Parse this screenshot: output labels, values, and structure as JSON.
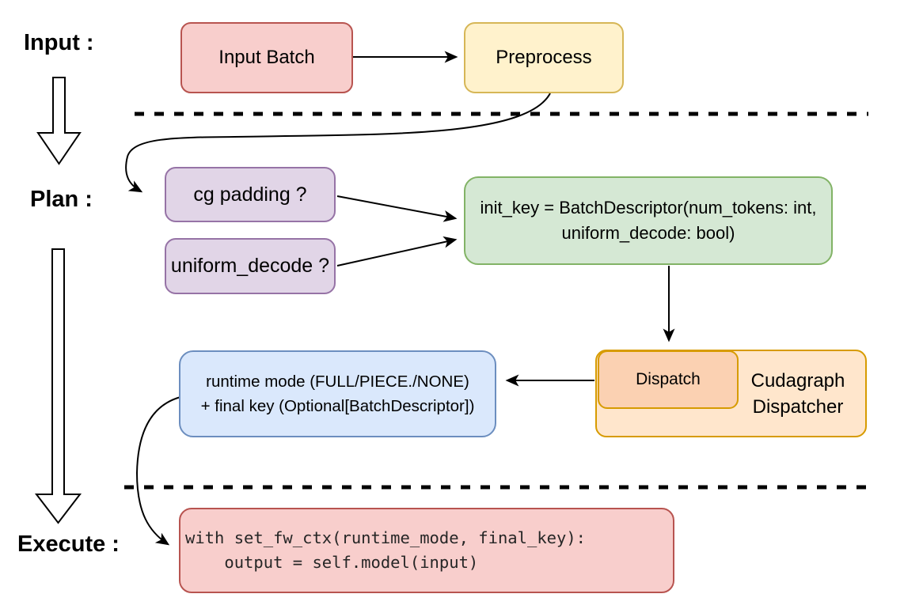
{
  "stages": {
    "input_label": "Input :",
    "plan_label": "Plan :",
    "execute_label": "Execute :"
  },
  "nodes": {
    "input_batch": {
      "label": "Input Batch",
      "fill": "#f8cecc",
      "border": "#b85450"
    },
    "preprocess": {
      "label": "Preprocess",
      "fill": "#fff2cc",
      "border": "#d6b656"
    },
    "cg_padding": {
      "label": "cg padding ?",
      "fill": "#e1d5e7",
      "border": "#9673a6"
    },
    "uniform_decode": {
      "label": "uniform_decode ?",
      "fill": "#e1d5e7",
      "border": "#9673a6"
    },
    "init_key": {
      "line1": "init_key = BatchDescriptor(num_tokens: int,",
      "line2": "uniform_decode: bool)",
      "fill": "#d5e8d4",
      "border": "#82b366"
    },
    "runtime_mode": {
      "line1": "runtime mode (FULL/PIECE./NONE)",
      "line2": "+ final key (Optional[BatchDescriptor])",
      "fill": "#dae8fc",
      "border": "#6c8ebf"
    },
    "dispatch": {
      "label": "Dispatch",
      "fill": "#fbd1b2",
      "border": "#d79b00"
    },
    "cudagraph_dispatcher": {
      "line1": "Cudagraph",
      "line2": "Dispatcher",
      "fill": "#ffe6cc",
      "border": "#d79b00"
    },
    "execute_code": {
      "line1": "with set_fw_ctx(runtime_mode, final_key):",
      "line2": "    output = self.model(input)",
      "fill": "#f8cecc",
      "border": "#b85450",
      "text_color": "#262626"
    }
  },
  "edges": {
    "arrow_color": "#000000",
    "dashed_separator_color": "#000000"
  }
}
